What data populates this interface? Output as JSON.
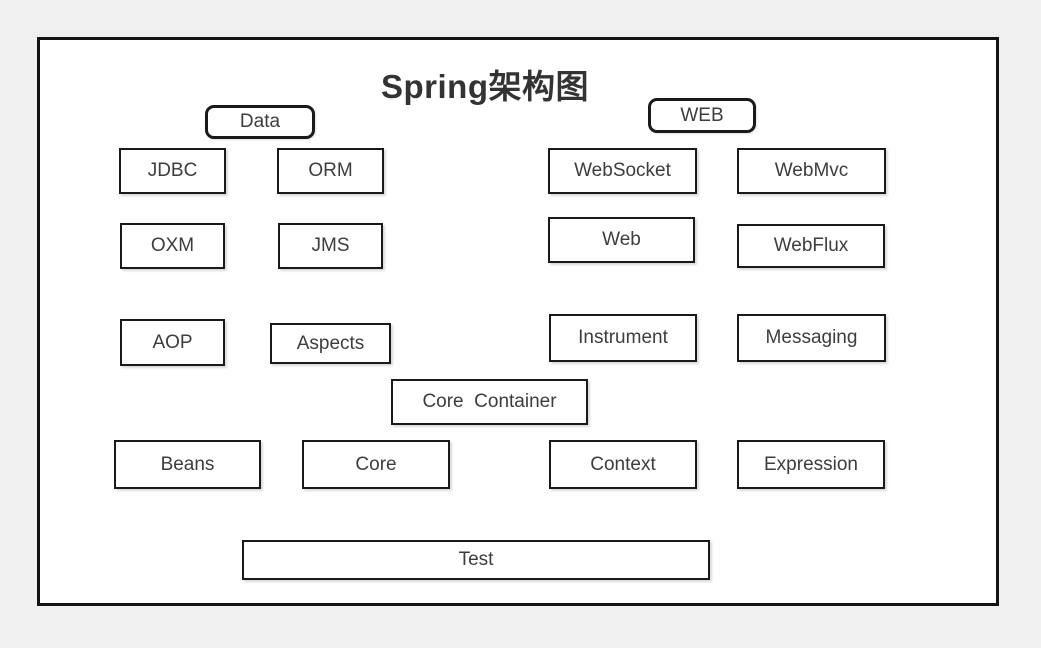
{
  "diagram": {
    "title": "Spring架构图",
    "colors": {
      "canvas_background": "#f0f0f0",
      "frame_background": "#ffffff",
      "border": "#1a1a1a",
      "text": "#3d3d3d"
    },
    "section_headers": {
      "data": "Data",
      "web": "WEB"
    },
    "modules": {
      "jdbc": "JDBC",
      "orm": "ORM",
      "websocket": "WebSocket",
      "webmvc": "WebMvc",
      "oxm": "OXM",
      "jms": "JMS",
      "web": "Web",
      "webflux": "WebFlux",
      "aop": "AOP",
      "aspects": "Aspects",
      "instrument": "Instrument",
      "messaging": "Messaging",
      "core_container": "Core  Container",
      "beans": "Beans",
      "core": "Core",
      "context": "Context",
      "expression": "Expression",
      "test": "Test"
    }
  }
}
